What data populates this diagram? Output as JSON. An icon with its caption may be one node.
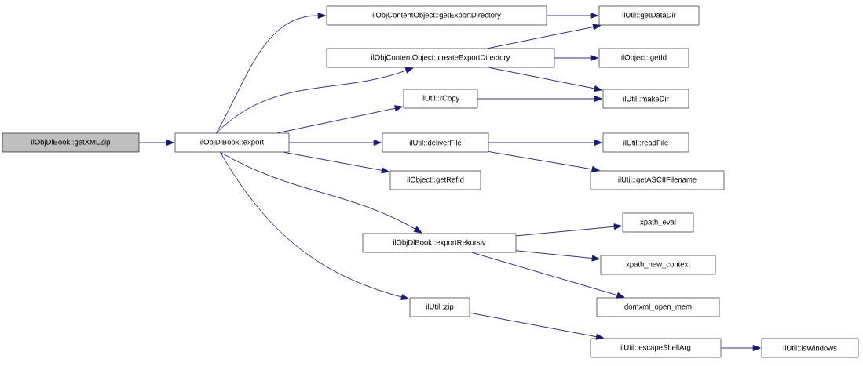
{
  "diagram": {
    "nodes": [
      {
        "text": [
          "ilObjDlBook::getXMLZip"
        ]
      },
      {
        "text": [
          "ilObjDlBook::export"
        ]
      },
      {
        "text": [
          "ilObjContentObject::getExportDirectory"
        ]
      },
      {
        "text": [
          "ilUtil::getDataDir"
        ]
      },
      {
        "text": [
          "ilObjContentObject::createExportDirectory"
        ]
      },
      {
        "text": [
          "ilObject::getId"
        ]
      },
      {
        "text": [
          "ilUtil::makeDir"
        ]
      },
      {
        "text": [
          "ilUtil::rCopy"
        ]
      },
      {
        "text": [
          "ilUtil::deliverFile"
        ]
      },
      {
        "text": [
          "ilUtil::readFile"
        ]
      },
      {
        "text": [
          "ilUtil::getASCIIFilename"
        ]
      },
      {
        "text": [
          "ilObject::getRefId"
        ]
      },
      {
        "text": [
          "ilObjDlBook::exportRekursiv"
        ]
      },
      {
        "text": [
          "xpath_eval"
        ]
      },
      {
        "text": [
          "xpath_new_context"
        ]
      },
      {
        "text": [
          "domxml_open_mem"
        ]
      },
      {
        "text": [
          "ilUtil::zip"
        ]
      },
      {
        "text": [
          "ilUtil::escapeShellArg"
        ]
      },
      {
        "text": [
          "ilUtil::isWindows"
        ]
      }
    ],
    "edges": [
      {
        "from": 0,
        "to": 1,
        "arrow": "to"
      },
      {
        "from": 1,
        "to": 2,
        "arrow": "to"
      },
      {
        "from": 1,
        "to": 4,
        "arrow": "to"
      },
      {
        "from": 1,
        "to": 7,
        "arrow": "to"
      },
      {
        "from": 1,
        "to": 8,
        "arrow": "to"
      },
      {
        "from": 1,
        "to": 11,
        "arrow": "to"
      },
      {
        "from": 1,
        "to": 12,
        "arrow": "to"
      },
      {
        "from": 1,
        "to": 16,
        "arrow": "to"
      },
      {
        "from": 2,
        "to": 3,
        "arrow": "to"
      },
      {
        "from": 4,
        "to": 3,
        "arrow": "to"
      },
      {
        "from": 4,
        "to": 5,
        "arrow": "to"
      },
      {
        "from": 4,
        "to": 6,
        "arrow": "to"
      },
      {
        "from": 7,
        "to": 6,
        "arrow": "to"
      },
      {
        "from": 8,
        "to": 9,
        "arrow": "to"
      },
      {
        "from": 8,
        "to": 10,
        "arrow": "to"
      },
      {
        "from": 12,
        "to": 13,
        "arrow": "to"
      },
      {
        "from": 12,
        "to": 14,
        "arrow": "to"
      },
      {
        "from": 12,
        "to": 15,
        "arrow": "to"
      },
      {
        "from": 16,
        "to": 17,
        "arrow": "to"
      },
      {
        "from": 17,
        "to": 18,
        "arrow": "to"
      }
    ]
  }
}
